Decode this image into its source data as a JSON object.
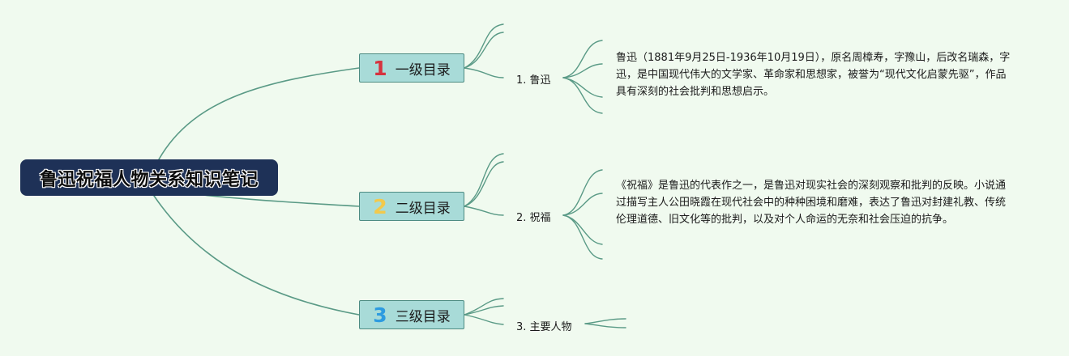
{
  "root": {
    "title": "鲁迅祝福人物关系知识笔记"
  },
  "branches": [
    {
      "number": "1",
      "number_color": "#d6323e",
      "label": "一级目录",
      "sub_label": "1. 鲁迅",
      "note": "鲁迅（1881年9月25日-1936年10月19日），原名周樟寿，字豫山，后改名瑞森，字迅，是中国现代伟大的文学家、革命家和思想家，被誉为“现代文化启蒙先驱”，作品具有深刻的社会批判和思想启示。"
    },
    {
      "number": "2",
      "number_color": "#f2c94c",
      "label": "二级目录",
      "sub_label": "2. 祝福",
      "note": "《祝福》是鲁迅的代表作之一，是鲁迅对现实社会的深刻观察和批判的反映。小说通过描写主人公田晓霞在现代社会中的种种困境和磨难，表达了鲁迅对封建礼教、传统伦理道德、旧文化等的批判，以及对个人命运的无奈和社会压迫的抗争。"
    },
    {
      "number": "3",
      "number_color": "#2d9be0",
      "label": "三级目录",
      "sub_label": "3. 主要人物",
      "note": ""
    }
  ],
  "colors": {
    "background": "#f0faef",
    "line": "#5a9a86",
    "root_fill": "#1e3157",
    "box_fill": "#a8dbd8",
    "box_border": "#4d8b82"
  }
}
